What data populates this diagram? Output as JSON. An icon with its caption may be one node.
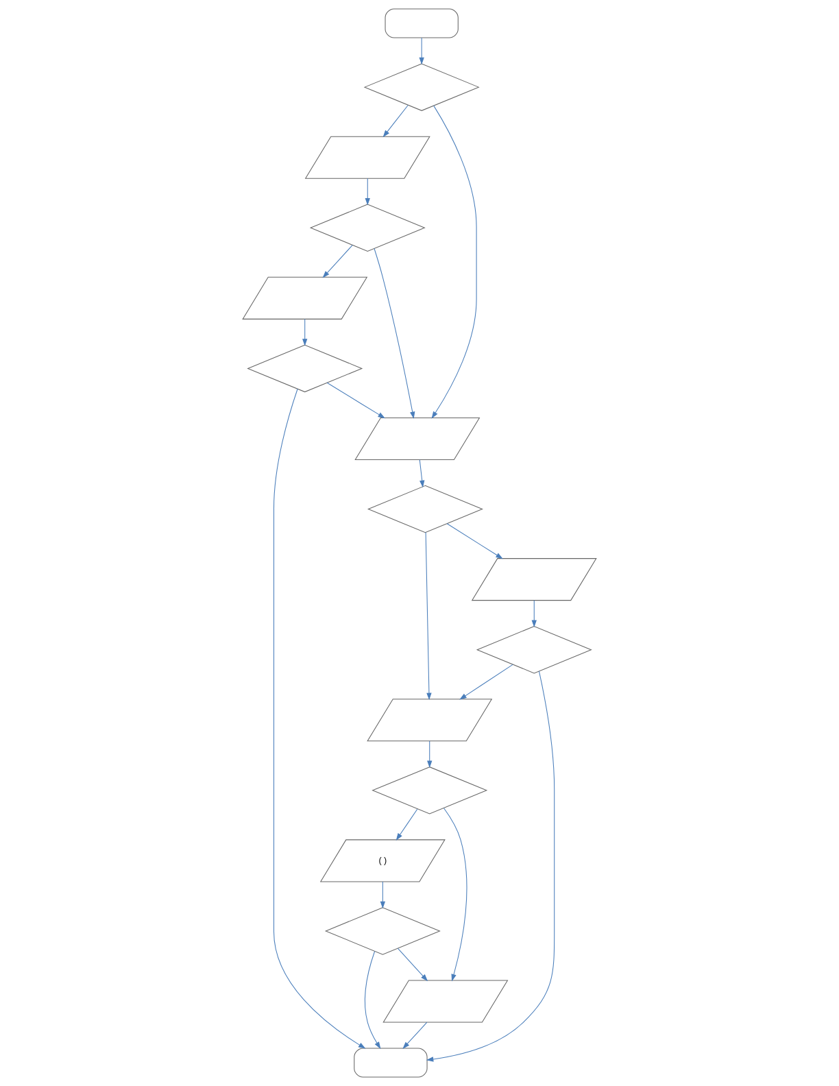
{
  "diagram": {
    "nodes": [
      {
        "text": [],
        "shape": "oval"
      },
      {
        "text": [],
        "shape": "diamond"
      },
      {
        "text": [],
        "shape": "parallelogram"
      },
      {
        "text": [],
        "shape": "parallelogram"
      },
      {
        "text": [],
        "shape": "diamond"
      },
      {
        "text": [],
        "shape": "diamond"
      },
      {
        "text": [],
        "shape": "parallelogram"
      },
      {
        "text": [],
        "shape": "parallelogram"
      },
      {
        "text": [],
        "shape": "diamond"
      },
      {
        "text": [],
        "shape": "parallelogram"
      },
      {
        "text": [],
        "shape": "diamond"
      },
      {
        "text": [],
        "shape": "diamond"
      },
      {
        "text": [
          "( )"
        ]
      },
      {
        "text": [],
        "shape": "diamond"
      },
      {
        "text": [],
        "shape": "parallelogram"
      },
      {
        "text": [],
        "shape": "oval"
      }
    ],
    "edges": [
      {
        "from": 0,
        "to": 1,
        "arrow": "to"
      },
      {
        "from": 1,
        "to": 3,
        "arrow": "to"
      },
      {
        "from": 1,
        "to": 2,
        "arrow": "to"
      },
      {
        "from": 2,
        "to": 4,
        "arrow": "to"
      },
      {
        "from": 4,
        "to": 3,
        "arrow": "to"
      },
      {
        "from": 4,
        "to": 7,
        "arrow": "to"
      },
      {
        "from": 7,
        "to": 10,
        "arrow": "to"
      },
      {
        "from": 10,
        "to": 3,
        "arrow": "to"
      },
      {
        "from": 3,
        "to": 5,
        "arrow": "to"
      },
      {
        "from": 5,
        "to": 6,
        "arrow": "to"
      },
      {
        "from": 5,
        "to": 9,
        "arrow": "to"
      },
      {
        "from": 6,
        "to": 8,
        "arrow": "to"
      },
      {
        "from": 8,
        "to": 9,
        "arrow": "to"
      },
      {
        "from": 9,
        "to": 11,
        "arrow": "to"
      },
      {
        "from": 11,
        "to": 12,
        "arrow": "to"
      },
      {
        "from": 11,
        "to": 14,
        "arrow": "to"
      },
      {
        "from": 12,
        "to": 13,
        "arrow": "to"
      },
      {
        "from": 13,
        "to": 14,
        "arrow": "to"
      },
      {
        "from": 13,
        "to": 15,
        "arrow": "to"
      },
      {
        "from": 14,
        "to": 15,
        "arrow": "to"
      },
      {
        "from": 8,
        "to": 15,
        "arrow": "to"
      },
      {
        "from": 10,
        "to": 15,
        "arrow": "to"
      }
    ]
  }
}
